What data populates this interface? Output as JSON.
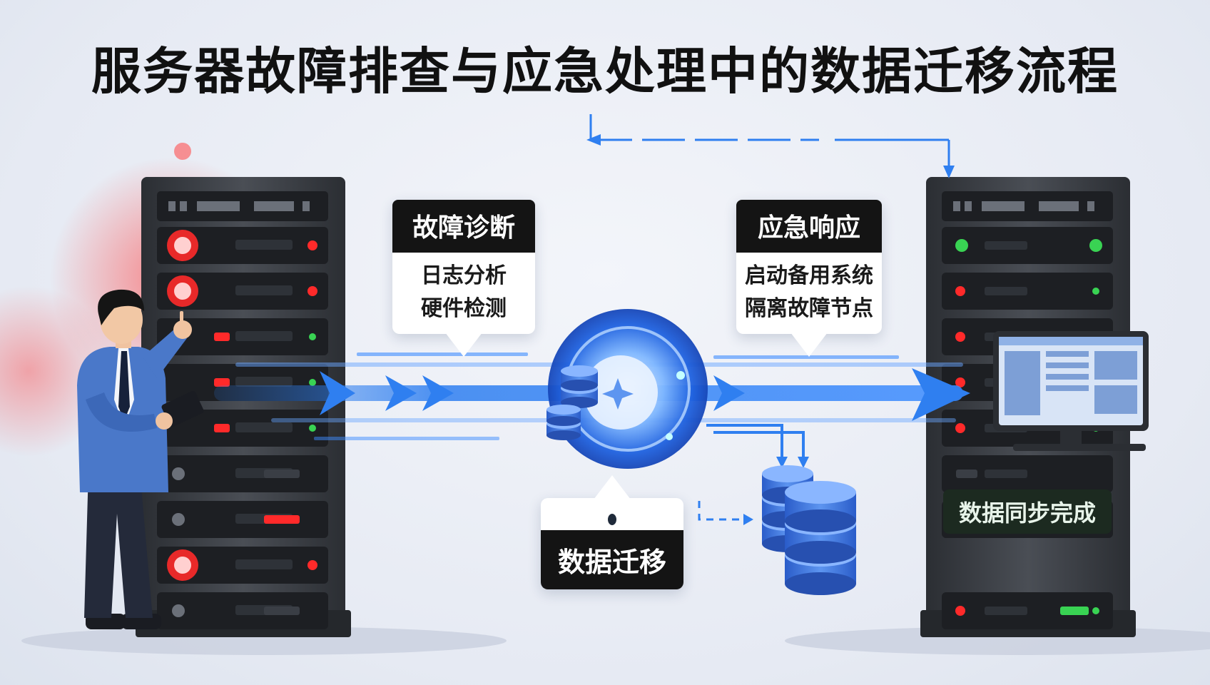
{
  "title": "服务器故障排查与应急处理中的数据迁移流程",
  "diagnosis": {
    "heading": "故障诊断",
    "items": [
      "日志分析",
      "硬件检测"
    ]
  },
  "emergency": {
    "heading": "应急响应",
    "items": [
      "启动备用系统",
      "隔离故障节点"
    ]
  },
  "migration": {
    "label": "数据迁移"
  },
  "sync": {
    "label": "数据同步完成"
  },
  "colors": {
    "arrow": "#2f7ff0",
    "fault_red": "#ff2a2a",
    "ok_green": "#39d353",
    "rack": "#3a3d43"
  }
}
